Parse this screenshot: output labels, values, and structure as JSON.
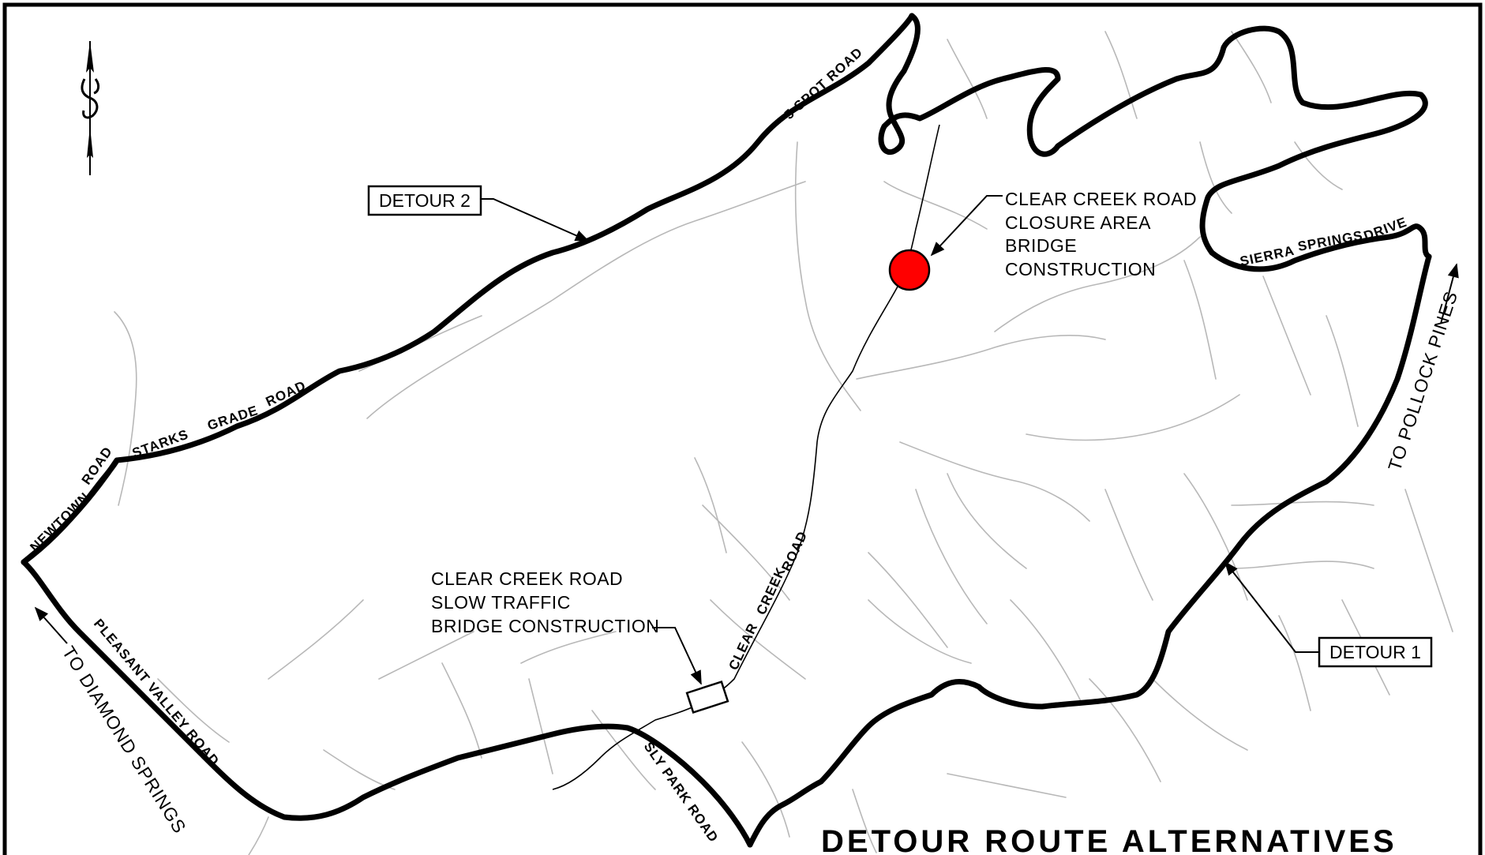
{
  "title": "DETOUR ROUTE ALTERNATIVES",
  "roads": {
    "five_spot": "5 SPOT ROAD",
    "starks": "STARKS",
    "grade": "GRADE",
    "road_starks": "ROAD",
    "newtown": "NEWTOWN",
    "road_newtown": "ROAD",
    "pleasant_valley": "PLEASANT VALLEY ROAD",
    "sly_park": "SLY PARK ROAD",
    "clear": "CLEAR",
    "creek": "CREEK",
    "road_clear": "ROAD",
    "sierra": "SIERRA",
    "springs": "SPRINGS",
    "drive": "DRIVE"
  },
  "directions": {
    "diamond_springs": "TO DIAMOND SPRINGS",
    "pollock_pines": "TO POLLOCK PINES"
  },
  "detours": {
    "detour1": "DETOUR 1",
    "detour2": "DETOUR 2"
  },
  "closure_note": {
    "line1": "CLEAR CREEK ROAD",
    "line2": "CLOSURE AREA",
    "line3": "BRIDGE",
    "line4": "CONSTRUCTION"
  },
  "slow_note": {
    "line1": "CLEAR CREEK ROAD",
    "line2": "SLOW TRAFFIC",
    "line3": "BRIDGE CONSTRUCTION"
  },
  "colors": {
    "closure_marker": "#ff0000",
    "detour_line": "#000000",
    "minor_roads": "#b8b8b8"
  },
  "icons": {
    "north_arrow": "north-arrow-icon",
    "closure": "closure-marker-icon",
    "slow": "slow-traffic-marker-icon"
  }
}
